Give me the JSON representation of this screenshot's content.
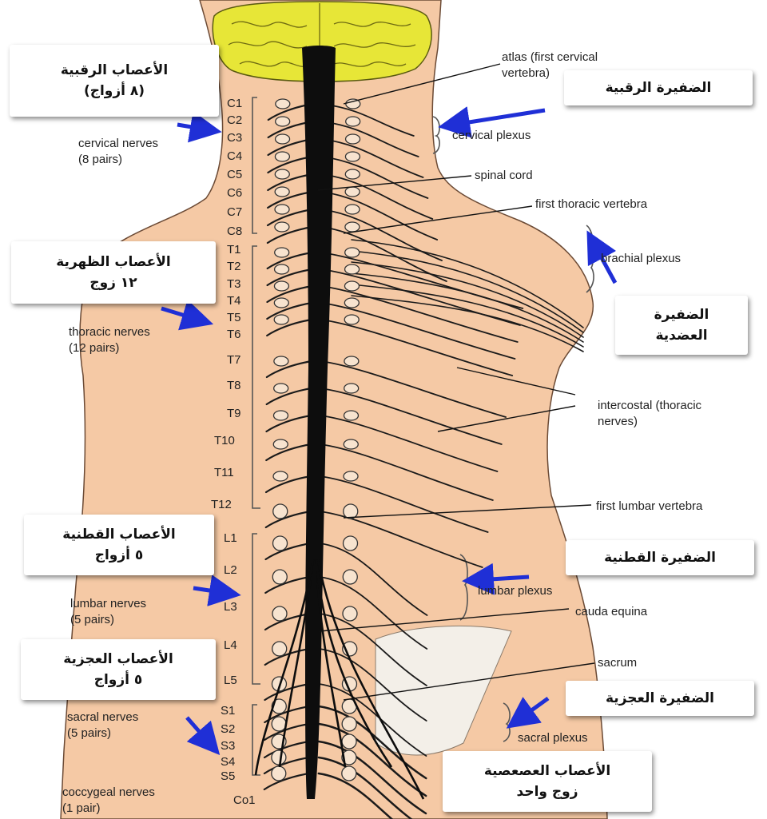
{
  "figure": {
    "colors": {
      "skin": "#f5c9a5",
      "brain": "#e7e637",
      "cord": "#111111",
      "arrow": "#1f2fd6",
      "label_box": "#ffffff"
    },
    "vertebra_labels": {
      "cervical": [
        "C1",
        "C2",
        "C3",
        "C4",
        "C5",
        "C6",
        "C7",
        "C8"
      ],
      "thoracic": [
        "T1",
        "T2",
        "T3",
        "T4",
        "T5",
        "T6",
        "T7",
        "T8",
        "T9",
        "T10",
        "T11",
        "T12"
      ],
      "lumbar": [
        "L1",
        "L2",
        "L3",
        "L4",
        "L5"
      ],
      "sacral": [
        "S1",
        "S2",
        "S3",
        "S4",
        "S5"
      ],
      "coccygeal": [
        "Co1"
      ]
    },
    "left_labels": {
      "cervical_nerves": "cervical nerves\n(8 pairs)",
      "thoracic_nerves": "thoracic nerves\n(12 pairs)",
      "lumbar_nerves": "lumbar nerves\n(5 pairs)",
      "sacral_nerves": "sacral nerves\n(5 pairs)",
      "coccygeal_nerves": "coccygeal nerves\n(1 pair)"
    },
    "right_labels": {
      "atlas": "atlas (first cervical\nvertebra)",
      "cervical_plexus": "cervical plexus",
      "spinal_cord": "spinal cord",
      "first_thoracic_vertebra": "first thoracic vertebra",
      "brachial_plexus": "brachial plexus",
      "intercostal": "intercostal (thoracic\nnerves)",
      "first_lumbar_vertebra": "first lumbar vertebra",
      "lumbar_plexus": "lumbar plexus",
      "cauda_equina": "cauda equina",
      "sacrum": "sacrum",
      "sacral_plexus": "sacral plexus"
    },
    "arabic_boxes": {
      "cervical_nerves": "الأعصاب الرقبية\n(٨ أزواج)",
      "thoracic_nerves": "الأعصاب الظهرية\n١٢ زوج",
      "lumbar_nerves": "الأعصاب القطنية\n٥ أزواج",
      "sacral_nerves": "الأعصاب العجزية\n٥ أزواج",
      "cervical_plexus": "الضفيرة الرقبية",
      "brachial_plexus": "الضفيرة\nالعضدية",
      "lumbar_plexus": "الضفيرة القطنية",
      "sacral_plexus": "الضفيرة العجزية",
      "coccygeal_nerve": "الأعصاب العصعصية\nزوج واحد"
    }
  }
}
